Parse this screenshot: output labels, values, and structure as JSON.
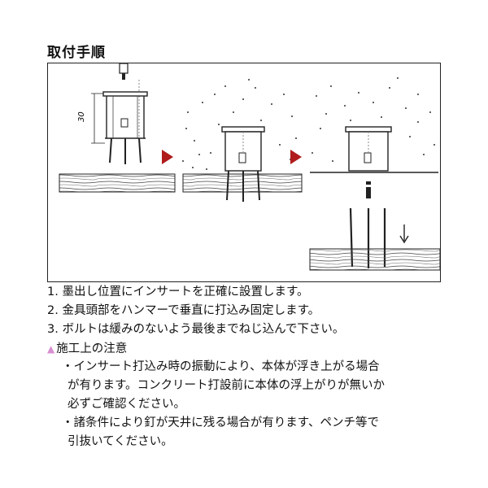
{
  "header": {
    "title": "取付手順"
  },
  "steps": [
    "1. 墨出し位置にインサートを正確に設置します。",
    "2. 金具頭部をハンマーで垂直に打込み固定します。",
    "3. ボルトは緩みのないよう最後までねじ込んで下さい。"
  ],
  "caution": {
    "heading": "施工上の注意",
    "notes": [
      [
        "・インサート打込み時の振動により、本体が浮き上がる場合",
        "が有ります。コンクリート打設前に本体の浮上がりが無いか",
        "必ずご確認ください。"
      ],
      [
        "・諸条件により釘が天井に残る場合が有ります、ペンチ等で",
        "引抜いてください。"
      ]
    ]
  },
  "figure": {
    "dimension_label": "30"
  },
  "colors": {
    "arrow": "#b01c1c",
    "caution_triangle": "#d88fd0",
    "frame": "#222222"
  }
}
